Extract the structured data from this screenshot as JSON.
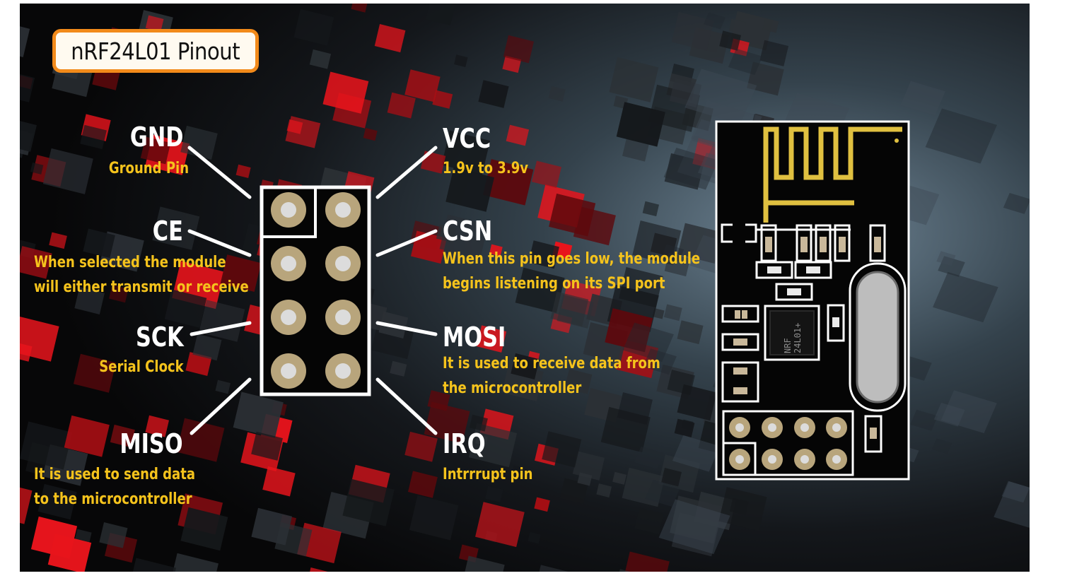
{
  "title": "nRF24L01 Pinout",
  "colors": {
    "title_border": "#f28a1a",
    "title_fill": "#fffaf0",
    "pin_name": "#ffffff",
    "pin_desc": "#f5c31c",
    "pad_copper": "#b8a57c",
    "antenna_gold": "#e0c040",
    "pcb_board": "#050505",
    "silkscreen": "#ffffff"
  },
  "pins": {
    "left": [
      {
        "name": "GND",
        "description": "Ground Pin"
      },
      {
        "name": "CE",
        "description": "When selected the module\nwill either transmit or receive"
      },
      {
        "name": "SCK",
        "description": "Serial Clock"
      },
      {
        "name": "MISO",
        "description": "It is used to send data\nto the microcontroller"
      }
    ],
    "right": [
      {
        "name": "VCC",
        "description": "1.9v to 3.9v"
      },
      {
        "name": "CSN",
        "description": "When this pin goes low, the module\nbegins listening on its SPI port"
      },
      {
        "name": "MOSI",
        "description": "It is used to receive data from\nthe microcontroller"
      },
      {
        "name": "IRQ",
        "description": "Intrrrupt pin"
      }
    ]
  },
  "chip": {
    "marking_line1": "NRF",
    "marking_line2": "24L01+"
  }
}
